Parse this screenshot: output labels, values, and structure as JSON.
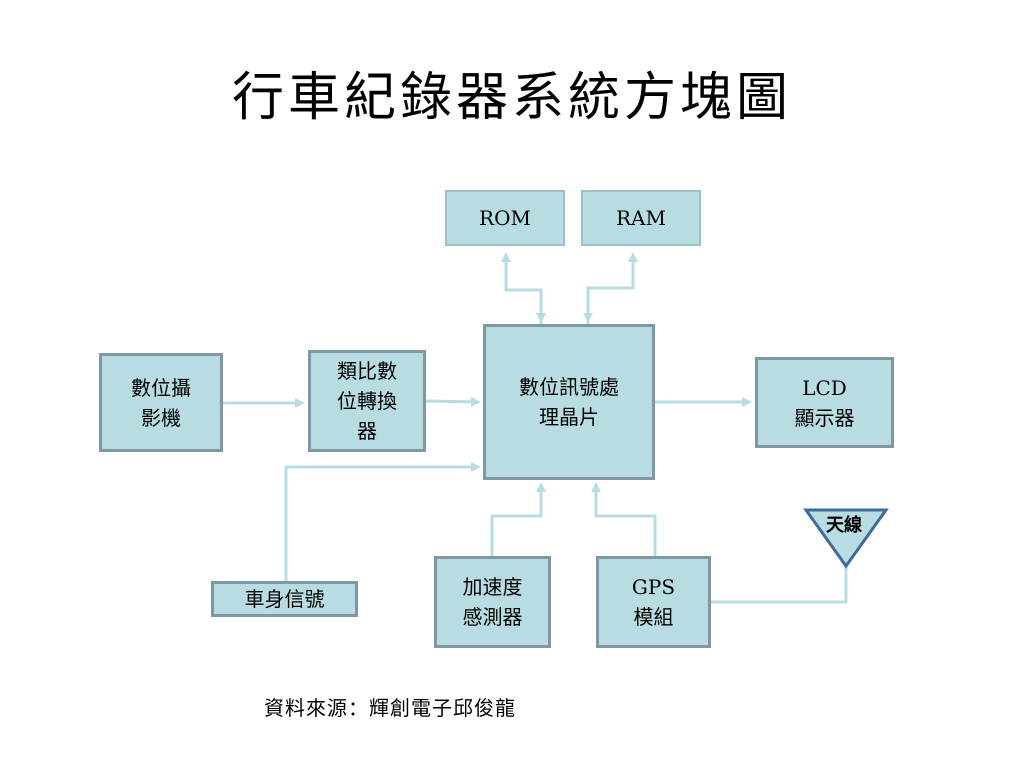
{
  "title": "行車紀錄器系統方塊圖",
  "blocks": {
    "rom": "ROM",
    "ram": "RAM",
    "camera": "數位攝\n影機",
    "adc": "類比數\n位轉換\n器",
    "dsp": "數位訊號處\n理晶片",
    "lcd": "LCD\n顯示器",
    "vehicle_signal": "車身信號",
    "accelerometer": "加速度\n感測器",
    "gps": "GPS\n模組",
    "antenna": "天線"
  },
  "source": "資料來源：輝創電子邱俊龍",
  "colors": {
    "box_fill": "#b7dde2",
    "box_border": "#7f9aa4",
    "connector": "#b7dde2",
    "antenna_fill": "#b7dde2",
    "antenna_border": "#3f6b9a"
  }
}
